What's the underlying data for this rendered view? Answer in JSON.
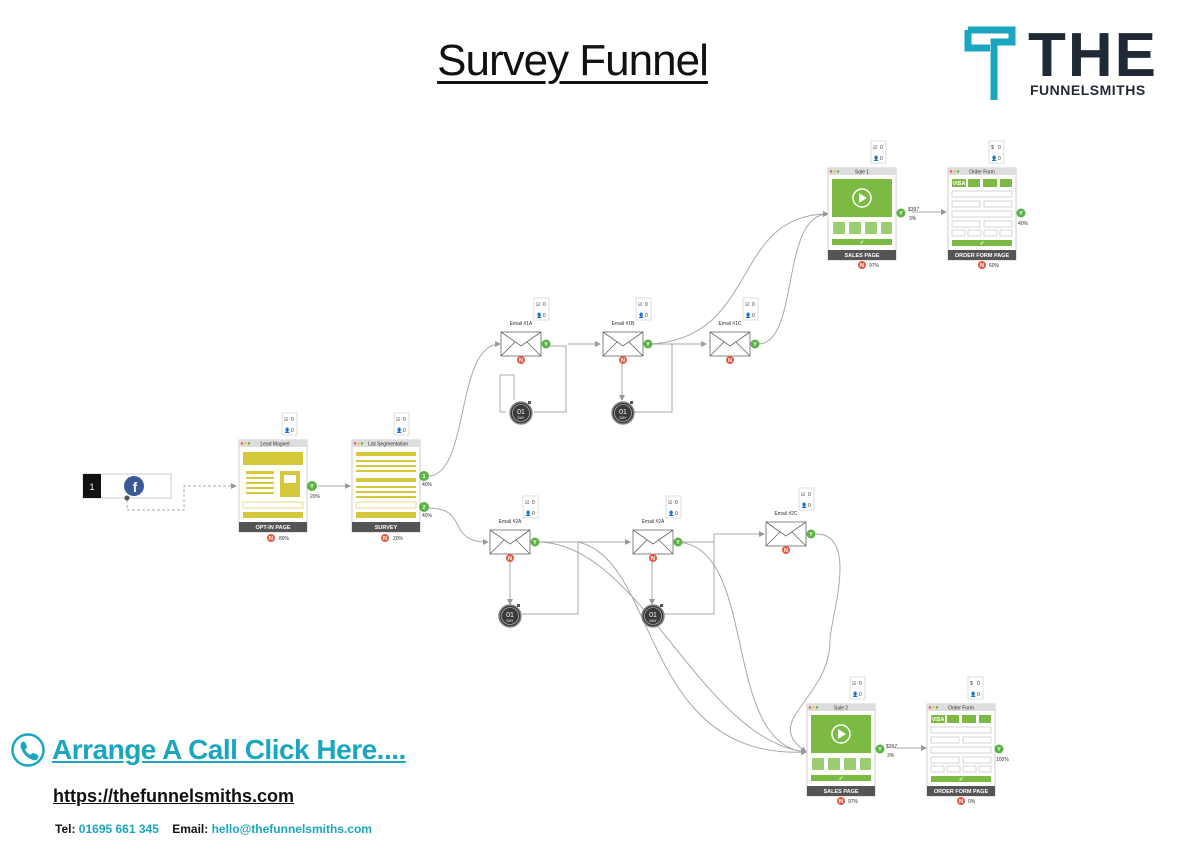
{
  "title": "Survey Funnel",
  "brand": {
    "big": "THE",
    "small": "FUNNELSMITHS",
    "color": "#1ba6c0",
    "dark": "#1f2a36"
  },
  "footer": {
    "call_text": "Arrange A Call Click Here....",
    "website": "https://thefunnelsmiths.com",
    "tel_label": "Tel:",
    "tel": "01695 661 345",
    "email_label": "Email:",
    "email": "hello@thefunnelsmiths.com"
  },
  "colors": {
    "yes": "#5bb246",
    "no": "#e05a44",
    "page_green": "#7dba44",
    "page_yellow": "#d5c93b",
    "bar_dark": "#555555",
    "accent": "#1ba6c0"
  },
  "nodes": {
    "source": {
      "number": "1",
      "icon": "facebook-icon"
    },
    "lead_magnet": {
      "header": "Lead Magnet",
      "footer": "OPT-IN PAGE",
      "checks": "0",
      "users": "0",
      "yes_rate": "20%",
      "no_rate": "80%",
      "yes": "Y",
      "no": "N"
    },
    "list_seg": {
      "header": "List Segmentation",
      "footer": "SURVEY",
      "checks": "0",
      "users": "0",
      "opt1": "1",
      "opt1_rate": "40%",
      "opt2": "2",
      "opt2_rate": "40%",
      "no_rate": "20%",
      "no": "N"
    },
    "email_1a": {
      "header": "Email #1A",
      "checks": "0",
      "users": "0"
    },
    "email_1b": {
      "header": "Email #1B",
      "checks": "0",
      "users": "0"
    },
    "email_1c": {
      "header": "Email #1C",
      "checks": "0",
      "users": "0"
    },
    "email_2a": {
      "header": "Email #2A",
      "checks": "0",
      "users": "0"
    },
    "email_2b": {
      "header": "Email #2A",
      "checks": "0",
      "users": "0"
    },
    "email_2c": {
      "header": "Email #2C",
      "checks": "0",
      "users": "0"
    },
    "delay": {
      "num": "01",
      "unit": "DAY"
    },
    "sale_1": {
      "header": "Sale 1",
      "footer": "SALES PAGE",
      "checks": "0",
      "users": "0",
      "price": "$397",
      "conv": "3%",
      "no_rate": "97%"
    },
    "order_1": {
      "header": "Order Form",
      "footer": "ORDER FORM PAGE",
      "dollars": "0",
      "users": "0",
      "yes_rate": "40%",
      "no_rate": "60%"
    },
    "sale_2": {
      "header": "Sale 2",
      "footer": "SALES PAGE",
      "checks": "0",
      "users": "0",
      "price": "$397",
      "conv": "3%",
      "no_rate": "97%"
    },
    "order_2": {
      "header": "Order Form",
      "footer": "ORDER FORM PAGE",
      "dollars": "0",
      "users": "0",
      "yes_rate": "100%",
      "no_rate": "0%"
    }
  },
  "card_labels": {
    "visa": "VISA",
    "check": "✓",
    "dollar": "$"
  }
}
